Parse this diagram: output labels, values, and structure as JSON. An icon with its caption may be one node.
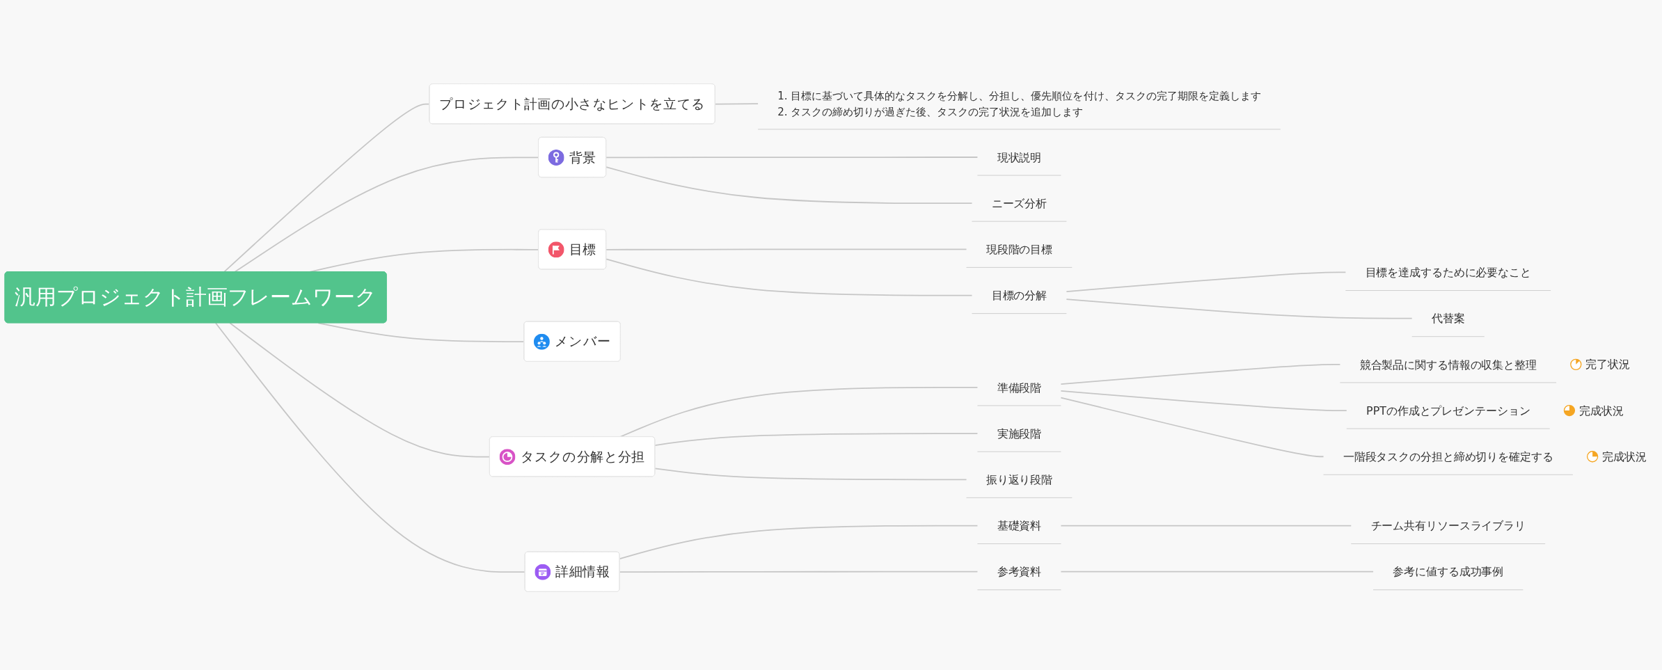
{
  "diagram": {
    "nodes": [
      {
        "text": [
          "汎用プロジェクト計画フレームワーク"
        ]
      },
      {
        "text": [
          "プロジェクト計画の小さなヒントを立てる"
        ]
      },
      {
        "text": [
          "1. 目標に基づいて具体的なタスクを分解し、分担し、優先順位を付け、タスクの完了期限を定義します",
          "2. タスクの締め切りが過ぎた後、タスクの完了状況を追加します"
        ]
      },
      {
        "text": [
          "背景"
        ]
      },
      {
        "text": [
          "現状説明"
        ]
      },
      {
        "text": [
          "ニーズ分析"
        ]
      },
      {
        "text": [
          "目標"
        ]
      },
      {
        "text": [
          "現段階の目標"
        ]
      },
      {
        "text": [
          "目標の分解"
        ]
      },
      {
        "text": [
          "目標を達成するために必要なこと"
        ]
      },
      {
        "text": [
          "代替案"
        ]
      },
      {
        "text": [
          "メンバー"
        ]
      },
      {
        "text": [
          "タスクの分解と分担"
        ]
      },
      {
        "text": [
          "準備段階"
        ]
      },
      {
        "text": [
          "競合製品に関する情報の収集と整理"
        ],
        "beside": [
          "完了状況"
        ]
      },
      {
        "text": [
          "PPTの作成とプレゼンテーション"
        ],
        "beside": [
          "完成状況"
        ]
      },
      {
        "text": [
          "一階段タスクの分担と締め切りを確定する"
        ],
        "beside": [
          "完成状況"
        ]
      },
      {
        "text": [
          "実施段階"
        ]
      },
      {
        "text": [
          "振り返り段階"
        ]
      },
      {
        "text": [
          "詳細情報"
        ]
      },
      {
        "text": [
          "基礎資料"
        ]
      },
      {
        "text": [
          "チーム共有リソースライブラリ"
        ]
      },
      {
        "text": [
          "参考資料"
        ]
      },
      {
        "text": [
          "参考に値する成功事例"
        ]
      }
    ],
    "edges": [
      {
        "from": 0,
        "to": 1,
        "arrow": "none"
      },
      {
        "from": 1,
        "to": 2,
        "arrow": "none"
      },
      {
        "from": 0,
        "to": 3,
        "arrow": "none"
      },
      {
        "from": 3,
        "to": 4,
        "arrow": "none"
      },
      {
        "from": 3,
        "to": 5,
        "arrow": "none"
      },
      {
        "from": 0,
        "to": 6,
        "arrow": "none"
      },
      {
        "from": 6,
        "to": 7,
        "arrow": "none"
      },
      {
        "from": 6,
        "to": 8,
        "arrow": "none"
      },
      {
        "from": 8,
        "to": 9,
        "arrow": "none"
      },
      {
        "from": 8,
        "to": 10,
        "arrow": "none"
      },
      {
        "from": 0,
        "to": 11,
        "arrow": "none"
      },
      {
        "from": 0,
        "to": 12,
        "arrow": "none"
      },
      {
        "from": 12,
        "to": 13,
        "arrow": "none"
      },
      {
        "from": 13,
        "to": 14,
        "arrow": "none"
      },
      {
        "from": 13,
        "to": 15,
        "arrow": "none"
      },
      {
        "from": 13,
        "to": 16,
        "arrow": "none"
      },
      {
        "from": 12,
        "to": 17,
        "arrow": "none"
      },
      {
        "from": 12,
        "to": 18,
        "arrow": "none"
      },
      {
        "from": 0,
        "to": 19,
        "arrow": "none"
      },
      {
        "from": 19,
        "to": 20,
        "arrow": "none"
      },
      {
        "from": 20,
        "to": 21,
        "arrow": "none"
      },
      {
        "from": 19,
        "to": 22,
        "arrow": "none"
      },
      {
        "from": 22,
        "to": 23,
        "arrow": "none"
      }
    ]
  }
}
